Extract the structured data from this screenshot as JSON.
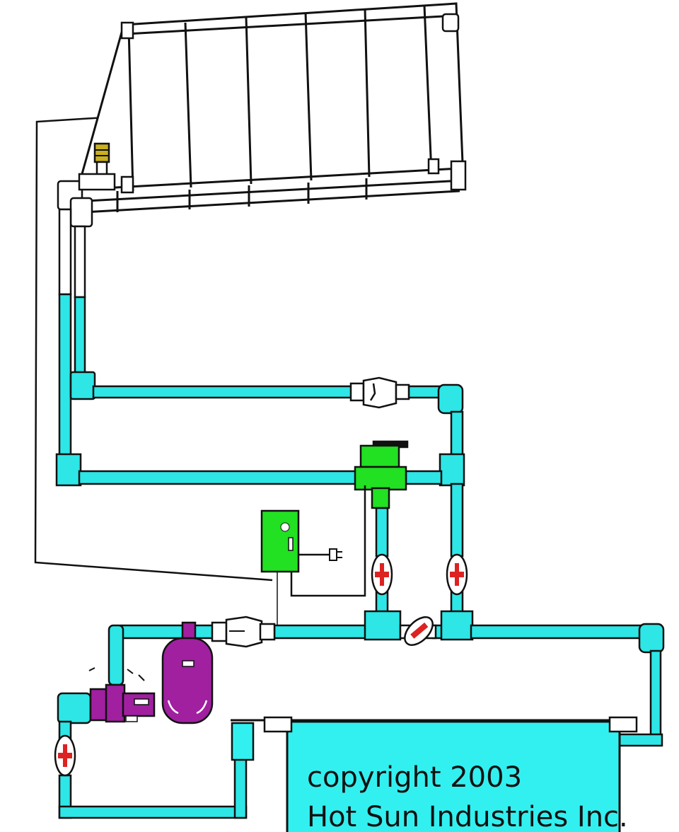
{
  "caption": {
    "line1": "copyright 2003",
    "line2": "Hot Sun Industries Inc."
  },
  "colors": {
    "pipe_water": "#2ee6e6",
    "pipe_empty": "#ffffff",
    "outline": "#111111",
    "pool_water": "#33f0f0",
    "controller": "#22e022",
    "filter_pump": "#a020a0",
    "valve_handle": "#dd2222",
    "vacuum_breaker": "#c8b020"
  },
  "components": {
    "solar_panel": "solar-panel",
    "vacuum_breaker": "vacuum-breaker-valve",
    "temperature_sensor": "roof-temperature-sensor",
    "check_valve_top": "check-valve",
    "check_valve_bottom": "check-valve",
    "motorized_valve": "motorized-3-way-valve",
    "controller": "solar-controller",
    "power_plug": "power-plug-icon",
    "filter": "pool-filter",
    "pump": "pool-pump",
    "ball_valves": [
      "ball-valve-return",
      "ball-valve-supply",
      "ball-valve-bypass",
      "ball-valve-suction"
    ],
    "pool": "swimming-pool"
  }
}
